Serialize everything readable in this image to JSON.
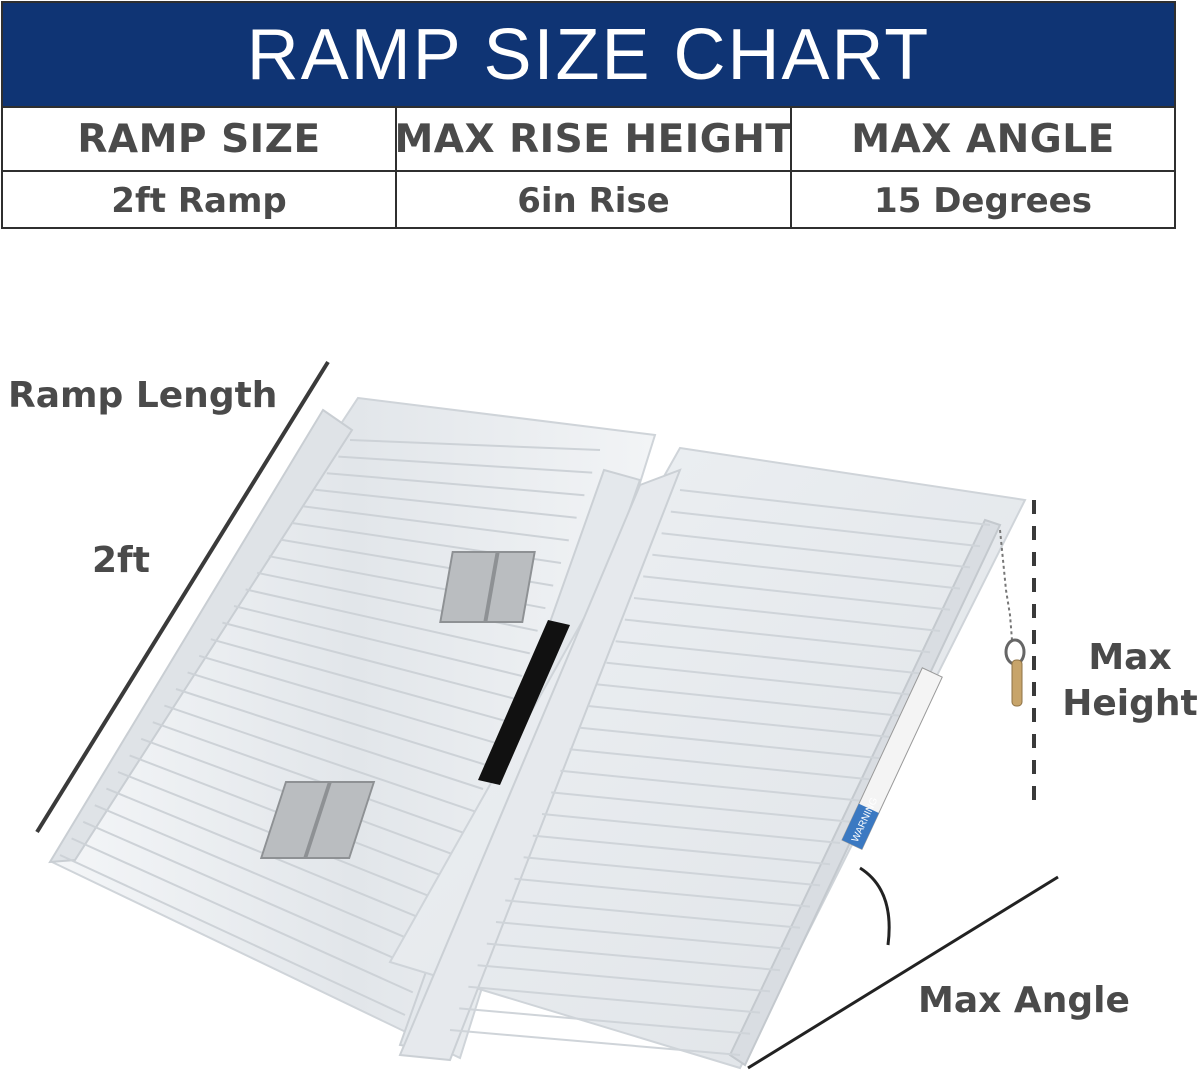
{
  "chart": {
    "title": "RAMP SIZE CHART",
    "headers": [
      "RAMP SIZE",
      "MAX RISE HEIGHT",
      "MAX ANGLE"
    ],
    "values": [
      "2ft Ramp",
      "6in Rise",
      "15 Degrees"
    ]
  },
  "diagram": {
    "ramp_length_label": "Ramp Length",
    "length_value": "2ft",
    "max_height_label_line1": "Max",
    "max_height_label_line2": "Height",
    "max_angle_label": "Max Angle",
    "warning_sticker_text": "WARNING"
  },
  "colors": {
    "title_bg": "#0f3474",
    "text_gray": "#4a4a4a",
    "aluminum": "#e8ebee",
    "hinge": "#b9bcbf",
    "strap": "#111111"
  }
}
